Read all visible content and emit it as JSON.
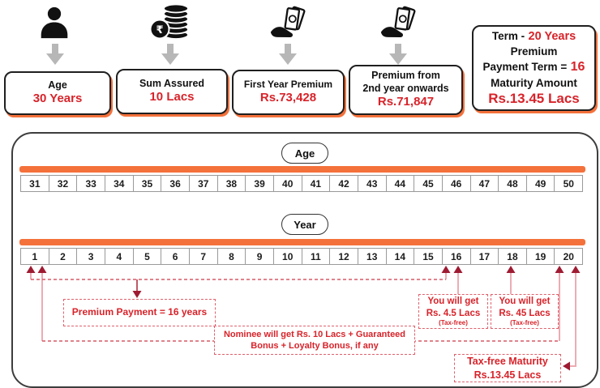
{
  "top": {
    "items": [
      {
        "icon": "person-icon",
        "label": "Age",
        "label2": "",
        "value": "30 Years"
      },
      {
        "icon": "rupee-coins-icon",
        "label": "Sum Assured",
        "label2": "",
        "value": "10 Lacs"
      },
      {
        "icon": "cash-hand-icon",
        "label": "First Year Premium",
        "label2": "",
        "value": "Rs.73,428"
      },
      {
        "icon": "cash-hand-icon",
        "label": "Premium from",
        "label2": "2nd year onwards",
        "value": "Rs.71,847"
      }
    ],
    "summary": {
      "line1_black": "Term  -",
      "line1_red": "20 Years",
      "line2_black": "Premium",
      "line3_black": "Payment Term =",
      "line3_red": "16",
      "line4_black": "Maturity Amount",
      "line5_red": "Rs.13.45 Lacs"
    }
  },
  "timeline": {
    "age_label": "Age",
    "ages": [
      "31",
      "32",
      "33",
      "34",
      "35",
      "36",
      "37",
      "38",
      "39",
      "40",
      "41",
      "42",
      "43",
      "44",
      "45",
      "46",
      "47",
      "48",
      "49",
      "50"
    ],
    "year_label": "Year",
    "years": [
      "1",
      "2",
      "3",
      "4",
      "5",
      "6",
      "7",
      "8",
      "9",
      "10",
      "11",
      "12",
      "13",
      "14",
      "15",
      "16",
      "17",
      "18",
      "19",
      "20"
    ],
    "annotations": {
      "premium_payment": "Premium Payment = 16 years",
      "you_get_year16": {
        "line1": "You will get",
        "line2": "Rs. 4.5 Lacs",
        "line3": "(Tax-free)"
      },
      "you_get_year18": {
        "line1": "You will get",
        "line2": "Rs. 45 Lacs",
        "line3": "(Tax-free)"
      },
      "nominee": {
        "line1": "Nominee will get Rs. 10 Lacs + Guaranteed",
        "line2": "Bonus + Loyalty Bonus, if any"
      },
      "maturity": {
        "line1": "Tax-free Maturity",
        "line2": "Rs.13.45 Lacs"
      }
    }
  },
  "colors": {
    "red_text": "#d8232a",
    "orange": "#f4713b",
    "maroon_arrow": "#9e1b32",
    "pink_line": "#ecacb3",
    "dashed_line": "#d65a66",
    "gray_arrow": "#b7b7b7"
  },
  "icons": [
    "person-icon",
    "rupee-coins-icon",
    "cash-hand-icon",
    "down-block-arrow-icon"
  ]
}
